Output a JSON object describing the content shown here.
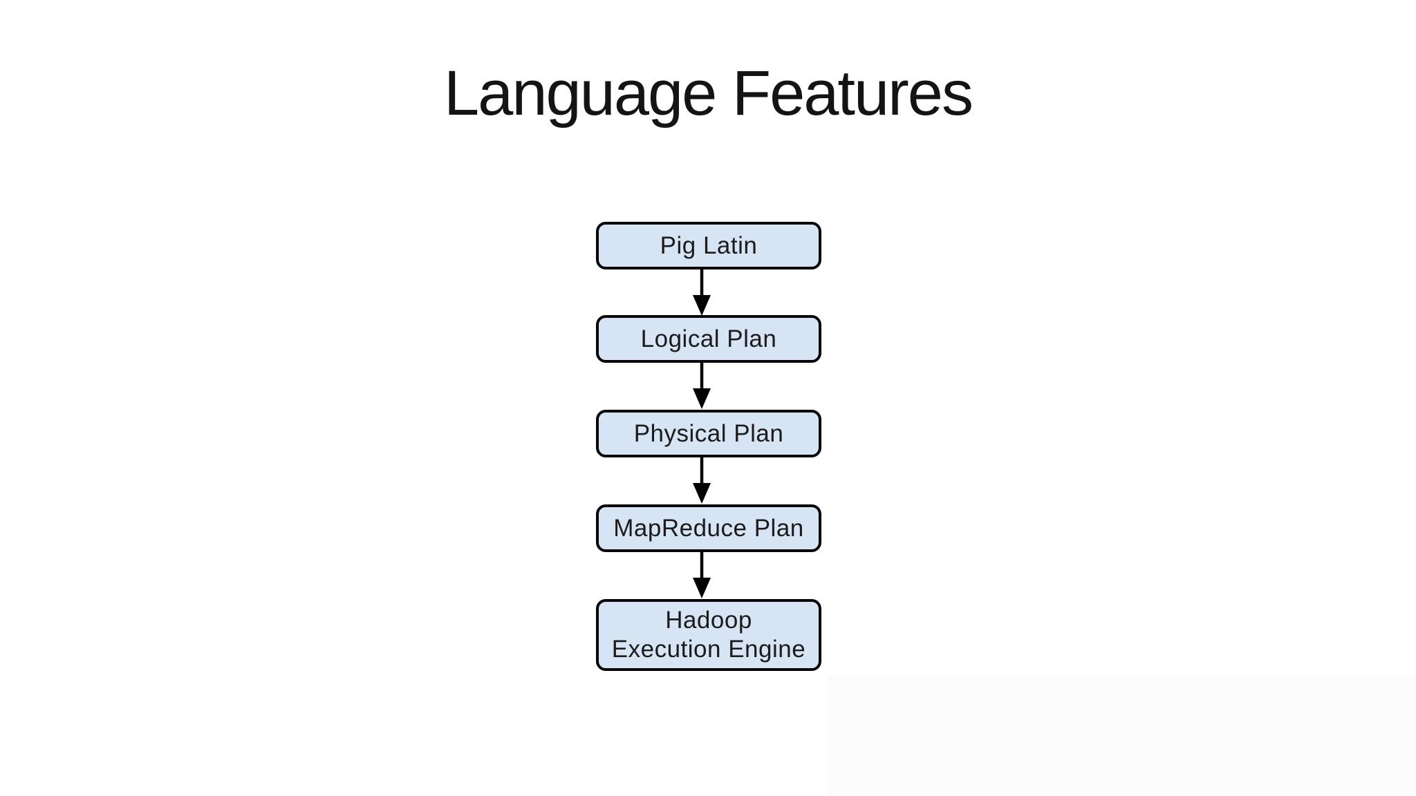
{
  "slide": {
    "title": "Language Features"
  },
  "diagram": {
    "type": "flowchart",
    "direction": "top-to-bottom",
    "nodes": [
      {
        "id": "pig-latin",
        "label": "Pig Latin"
      },
      {
        "id": "logical-plan",
        "label": "Logical Plan"
      },
      {
        "id": "physical-plan",
        "label": "Physical Plan"
      },
      {
        "id": "mapreduce-plan",
        "label": "MapReduce Plan"
      },
      {
        "id": "hadoop-execution-engine",
        "label": "Hadoop\nExecution Engine"
      }
    ],
    "edges": [
      {
        "from": "pig-latin",
        "to": "logical-plan"
      },
      {
        "from": "logical-plan",
        "to": "physical-plan"
      },
      {
        "from": "physical-plan",
        "to": "mapreduce-plan"
      },
      {
        "from": "mapreduce-plan",
        "to": "hadoop-execution-engine"
      }
    ],
    "colors": {
      "node_fill": "#d6e4f3",
      "node_border": "#050505",
      "node_text": "#1b1b1b",
      "arrow": "#000000",
      "background": "#ffffff"
    }
  }
}
